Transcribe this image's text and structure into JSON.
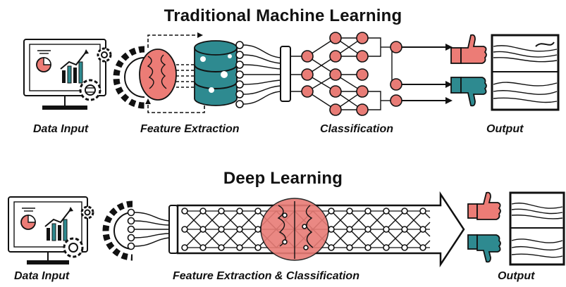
{
  "diagram": {
    "top": {
      "title": "Traditional Machine Learning",
      "labels": {
        "data_input": "Data Input",
        "feature_extraction": "Feature Extraction",
        "classification": "Classification",
        "output": "Output"
      }
    },
    "bottom": {
      "title": "Deep Learning",
      "labels": {
        "data_input": "Data Input",
        "feature_extraction_classification": "Feature Extraction & Classification",
        "output": "Output"
      }
    }
  },
  "colors": {
    "accent_pink": "#e87c76",
    "accent_teal": "#2e8a90",
    "line": "#111111"
  },
  "icons": [
    "monitor-chart-icon",
    "gear-icon",
    "brain-icon",
    "database-icon",
    "neural-network-icon",
    "thumbs-up-icon",
    "thumbs-down-icon",
    "output-chart-icon",
    "arrow-icon"
  ]
}
